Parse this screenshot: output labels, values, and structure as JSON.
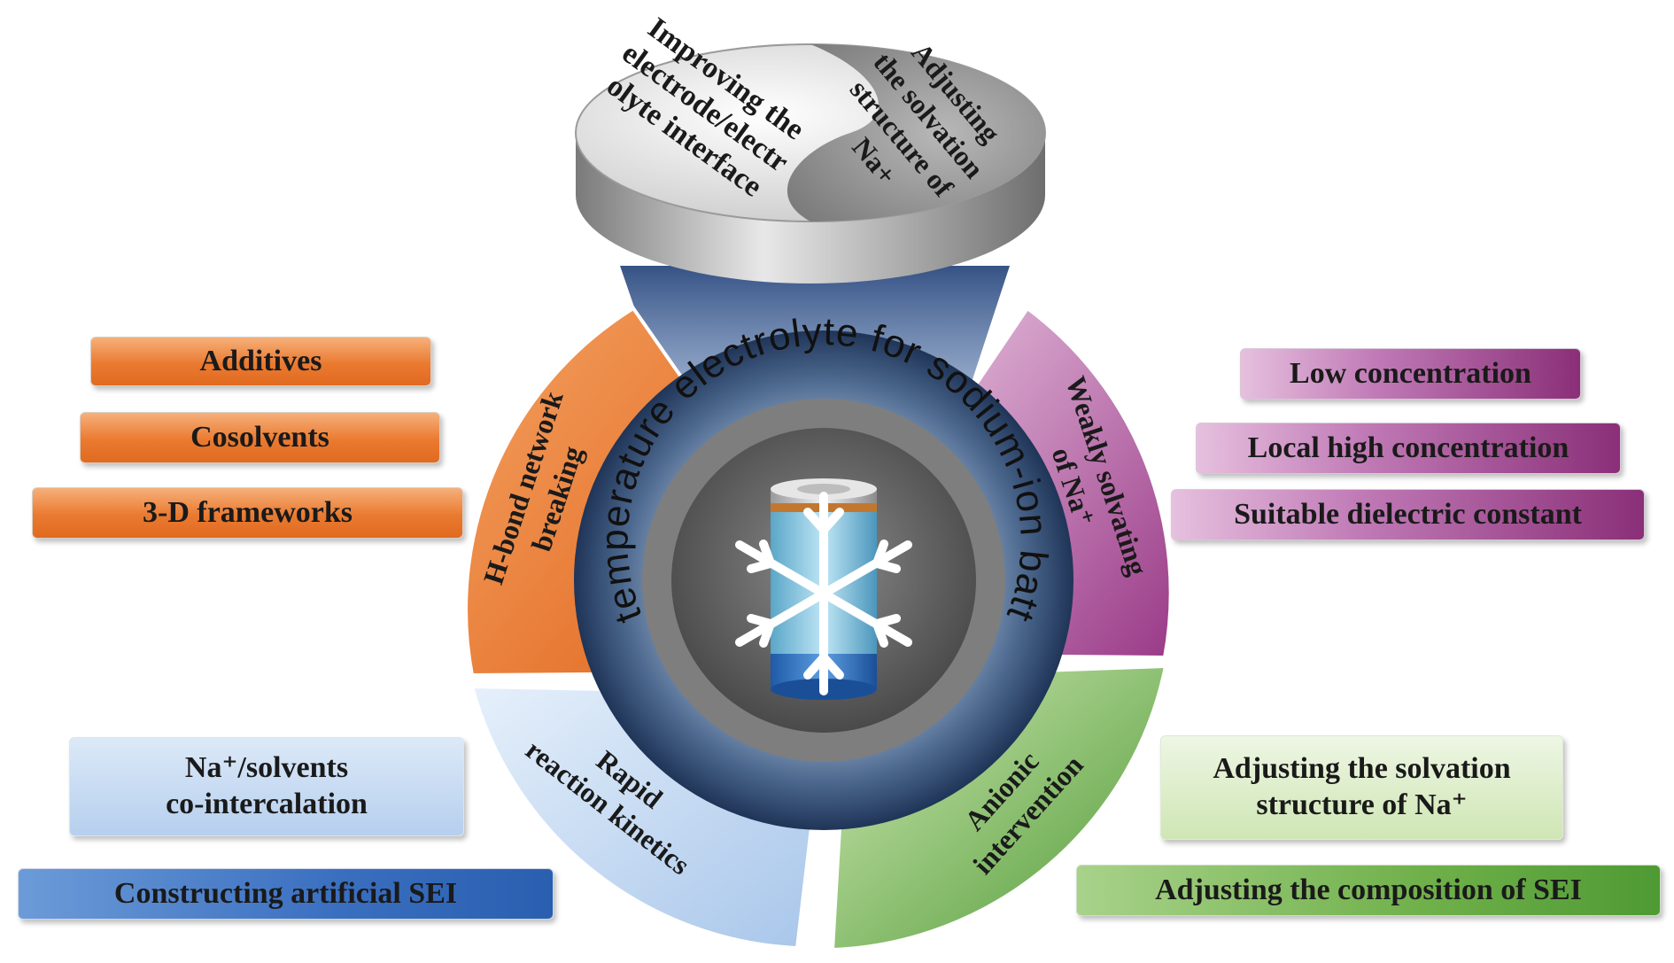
{
  "center_title": "Low-temperature electrolyte for sodium-ion batteries",
  "top_disc": {
    "left_lines": [
      "Improving the",
      "electrode/electr",
      "olyte interface"
    ],
    "right_lines": [
      "Adjusting",
      "the solvation",
      "structure of",
      "Na+"
    ]
  },
  "segments": {
    "orange": [
      "H-bond network",
      "breaking"
    ],
    "purple": [
      "Weakly solvating",
      "of Na⁺"
    ],
    "blue": [
      "Rapid",
      "reaction kinetics"
    ],
    "green": [
      "Anionic",
      "intervention"
    ]
  },
  "left_boxes": {
    "additives": "Additives",
    "cosolvents": "Cosolvents",
    "frameworks": "3-D frameworks",
    "cointercalation_line1": "Na⁺/solvents",
    "cointercalation_line2": "co-intercalation",
    "artificial_sei": "Constructing artificial SEI"
  },
  "right_boxes": {
    "low_concentration": "Low concentration",
    "local_high_concentration": "Local high concentration",
    "dielectric": "Suitable dielectric constant",
    "solvation_line1": "Adjusting the solvation",
    "solvation_line2": "structure of Na⁺",
    "sei_composition": "Adjusting the composition of  SEI"
  },
  "colors": {
    "orange": "#e8722a",
    "purple": "#a04a90",
    "light_blue": "#c8dcf2",
    "green": "#6fb04a",
    "ring_dark": "#2f4a6e",
    "disc_silver": "#d8d8d8"
  },
  "icons": [
    "battery-icon",
    "snowflake-icon"
  ]
}
